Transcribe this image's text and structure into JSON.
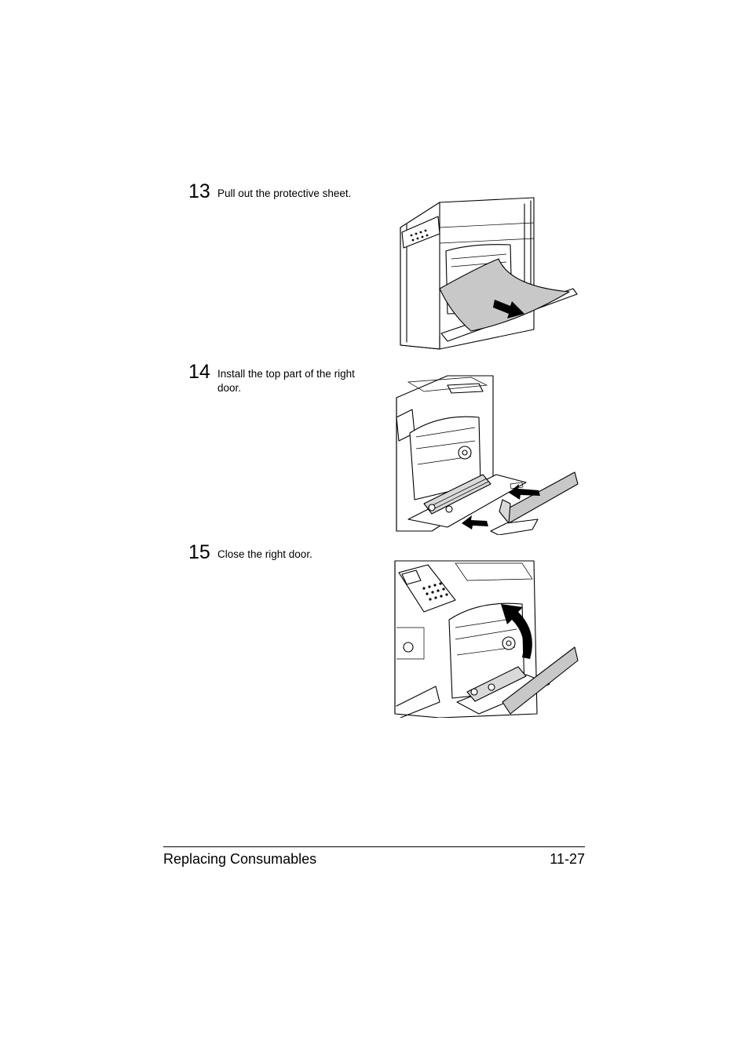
{
  "steps": [
    {
      "number": "13",
      "text": "Pull out the protective sheet."
    },
    {
      "number": "14",
      "text": "Install the top part of the right door."
    },
    {
      "number": "15",
      "text": "Close the right door."
    }
  ],
  "footer": {
    "section": "Replacing Consumables",
    "page": "11-27"
  }
}
